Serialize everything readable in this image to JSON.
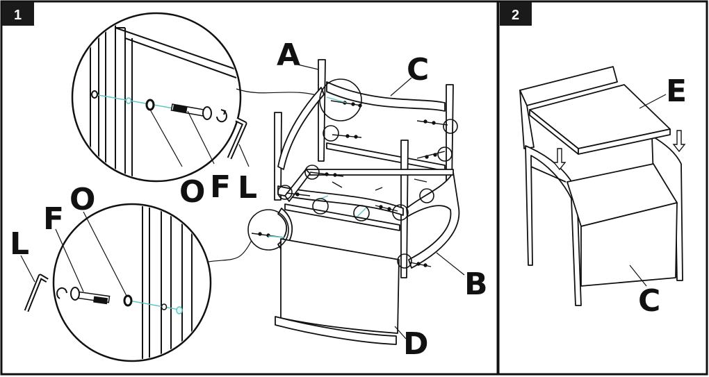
{
  "panels": [
    {
      "step": "1",
      "labels": {
        "A": "A",
        "B": "B",
        "C": "C",
        "D": "D"
      },
      "detail_top": {
        "O": "O",
        "F": "F",
        "L": "L"
      },
      "detail_bottom": {
        "O": "O",
        "F": "F",
        "L": "L"
      }
    },
    {
      "step": "2",
      "labels": {
        "E": "E",
        "C": "C"
      }
    }
  ],
  "colors": {
    "ink": "#111111",
    "guide": "#5bc7c4",
    "badge": "#1a1a1a",
    "seat": "#ffffff"
  }
}
